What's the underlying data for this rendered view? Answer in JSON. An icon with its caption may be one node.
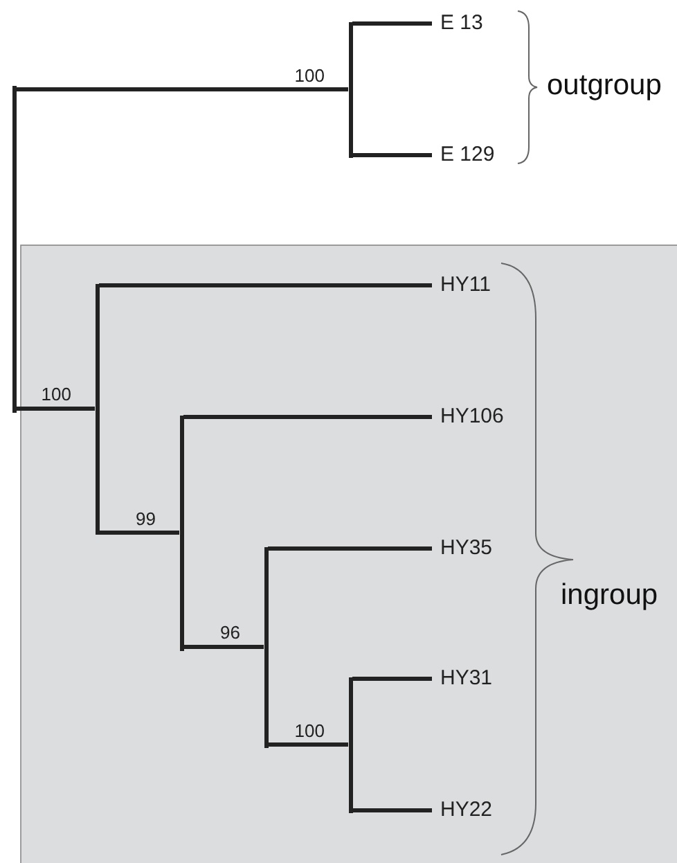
{
  "diagram": {
    "nodes": [
      {
        "text": [],
        "shape": "bar"
      },
      {
        "text": [],
        "shape": "bar"
      },
      {
        "text": [
          "E 13"
        ]
      },
      {
        "text": [
          "E 129"
        ]
      },
      {
        "text": [],
        "shape": "bar"
      },
      {
        "text": [
          "HY11"
        ]
      },
      {
        "text": [],
        "shape": "bar"
      },
      {
        "text": [
          "HY106"
        ]
      },
      {
        "text": [],
        "shape": "bar"
      },
      {
        "text": [
          "HY35"
        ]
      },
      {
        "text": [],
        "shape": "bar"
      },
      {
        "text": [
          "HY31"
        ]
      },
      {
        "text": [
          "HY22"
        ]
      }
    ],
    "edges": [
      {
        "from": 0,
        "to": 1,
        "arrow": "none",
        "label": "100"
      },
      {
        "from": 0,
        "to": 4,
        "arrow": "none",
        "label": "100"
      },
      {
        "from": 1,
        "to": 2,
        "arrow": "none"
      },
      {
        "from": 1,
        "to": 3,
        "arrow": "none"
      },
      {
        "from": 4,
        "to": 5,
        "arrow": "none"
      },
      {
        "from": 4,
        "to": 6,
        "arrow": "none",
        "label": "99"
      },
      {
        "from": 6,
        "to": 7,
        "arrow": "none"
      },
      {
        "from": 6,
        "to": 8,
        "arrow": "none",
        "label": "96"
      },
      {
        "from": 8,
        "to": 9,
        "arrow": "none"
      },
      {
        "from": 8,
        "to": 10,
        "arrow": "none",
        "label": "100"
      },
      {
        "from": 10,
        "to": 11,
        "arrow": "none"
      },
      {
        "from": 10,
        "to": 12,
        "arrow": "none"
      }
    ],
    "labels": [
      "outgroup",
      "ingroup"
    ]
  }
}
